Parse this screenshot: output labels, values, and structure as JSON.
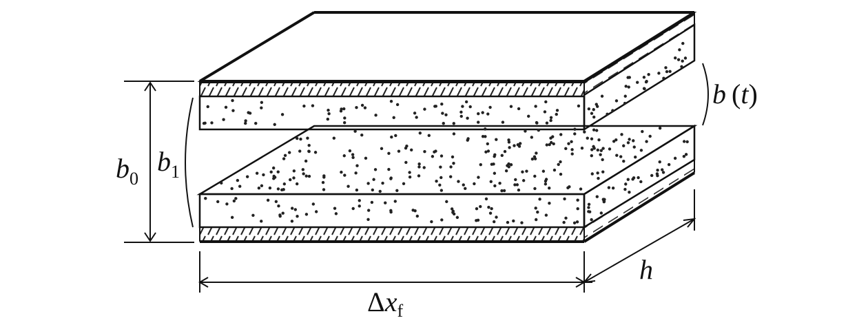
{
  "labels": {
    "b0": "b",
    "b0_sub": "0",
    "b1": "b",
    "b1_sub": "1",
    "bt": "b",
    "bt_paren_open": "(",
    "bt_arg": "t",
    "bt_paren_close": ")",
    "dx_delta": "Δ",
    "dx_var": "x",
    "dx_sub": "f",
    "h": "h"
  },
  "colors": {
    "ink": "#111111",
    "background": "#ffffff"
  }
}
